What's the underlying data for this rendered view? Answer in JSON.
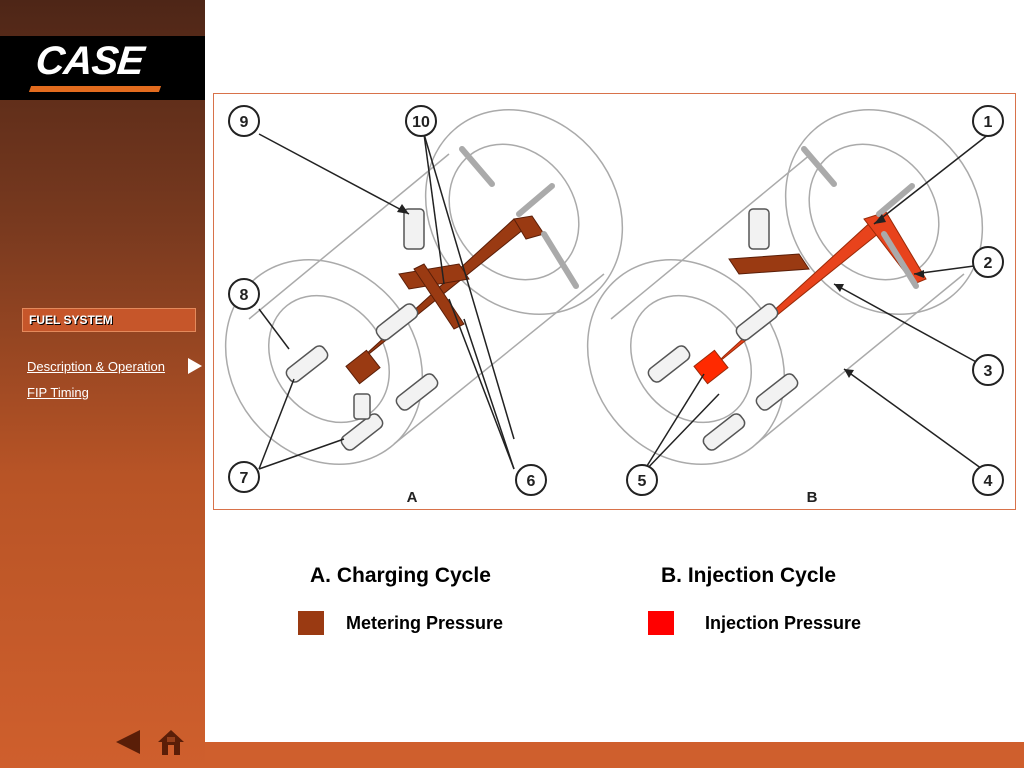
{
  "brand": {
    "logo_text": "CASE"
  },
  "sidebar": {
    "section_label": "FUEL SYSTEM",
    "links": [
      {
        "label": "Description & Operation"
      },
      {
        "label": "FIP Timing"
      }
    ]
  },
  "diagram": {
    "panel_labels": {
      "a": "A",
      "b": "B"
    },
    "callouts": [
      "1",
      "2",
      "3",
      "4",
      "5",
      "6",
      "7",
      "8",
      "9",
      "10"
    ]
  },
  "captions": {
    "charging": "A.  Charging Cycle",
    "injection": "B.  Injection Cycle"
  },
  "legend": {
    "metering": {
      "label": "Metering Pressure",
      "color": "#9a3a12"
    },
    "injection": {
      "label": "Injection Pressure",
      "color": "#ff0000"
    }
  },
  "icons": {
    "back": "back-arrow-icon",
    "home": "home-icon",
    "current": "arrow-right-icon"
  }
}
